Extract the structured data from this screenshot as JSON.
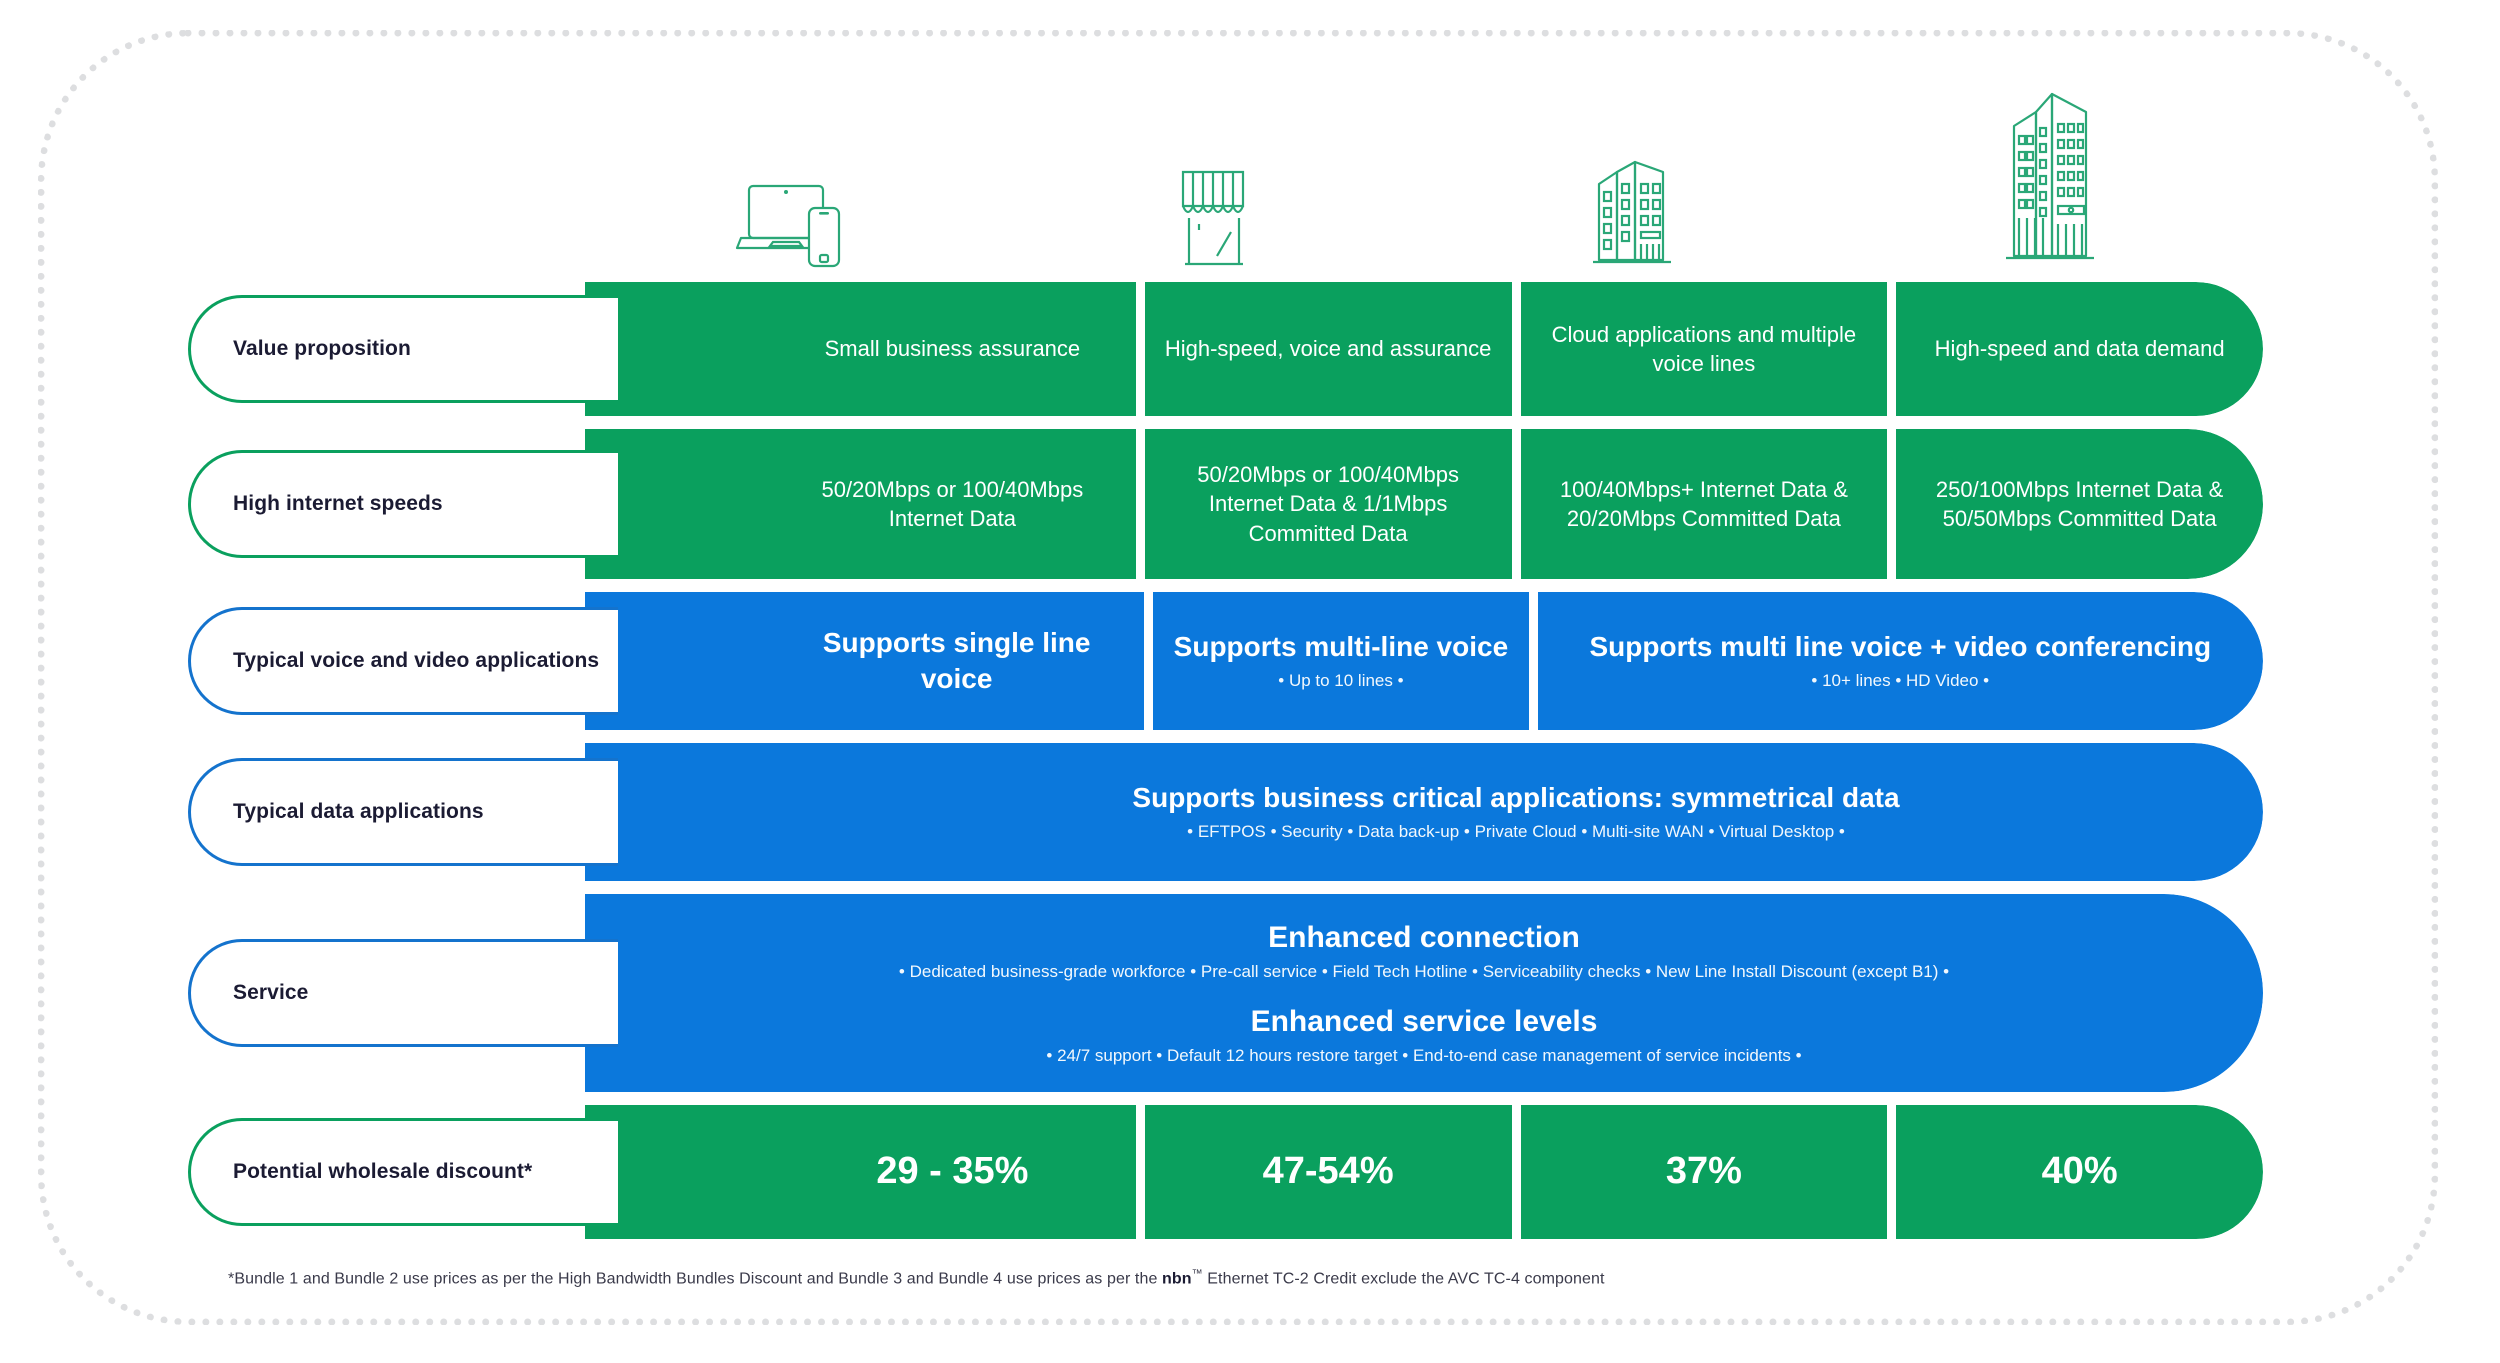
{
  "colors": {
    "green": "#0aa05e",
    "blue": "#0b78dc",
    "label_text": "#1b1b33",
    "dotted_frame": "#dddee0"
  },
  "columns": [
    {
      "icon": "laptop-phone-icon",
      "name": "bundle-1"
    },
    {
      "icon": "shopfront-icon",
      "name": "bundle-2"
    },
    {
      "icon": "office-building-icon",
      "name": "bundle-3"
    },
    {
      "icon": "tower-building-icon",
      "name": "bundle-4"
    }
  ],
  "rows": [
    {
      "label": "Value proposition",
      "accent": "green",
      "cells": [
        "Small business assurance",
        "High-speed, voice and assurance",
        "Cloud applications and multiple voice lines",
        "High-speed and data demand"
      ]
    },
    {
      "label": "High internet speeds",
      "accent": "green",
      "cells": [
        "50/20Mbps or 100/40Mbps Internet Data",
        "50/20Mbps or 100/40Mbps Internet Data & 1/1Mbps Committed Data",
        "100/40Mbps+ Internet Data & 20/20Mbps Committed Data",
        "250/100Mbps Internet Data & 50/50Mbps Committed Data"
      ]
    },
    {
      "label": "Typical voice and video applications",
      "accent": "blue",
      "cells": [
        {
          "title": "Supports single line voice",
          "sub": ""
        },
        {
          "title": "Supports multi-line voice",
          "sub": "• Up to 10 lines •"
        },
        {
          "title": "Supports multi line voice + video conferencing",
          "sub": "• 10+ lines • HD Video •"
        }
      ]
    },
    {
      "label": "Typical data applications",
      "accent": "blue",
      "cells": [
        {
          "title": "Supports business critical applications: symmetrical data",
          "sub": "• EFTPOS • Security  • Data back-up • Private Cloud • Multi-site WAN • Virtual Desktop •"
        }
      ]
    },
    {
      "label": "Service",
      "accent": "blue",
      "blocks": [
        {
          "title": "Enhanced connection",
          "sub": "• Dedicated business-grade workforce • Pre-call service • Field Tech Hotline • Serviceability checks • New Line Install Discount (except B1) •"
        },
        {
          "title": "Enhanced service levels",
          "sub": "• 24/7 support • Default 12 hours restore target • End-to-end case management of service incidents •"
        }
      ]
    },
    {
      "label": "Potential wholesale discount*",
      "accent": "green",
      "cells": [
        "29 - 35%",
        "47-54%",
        "37%",
        "40%"
      ]
    }
  ],
  "footnote": {
    "part1": "*Bundle 1 and Bundle 2 use prices as per the High Bandwidth Bundles Discount and Bundle 3 and Bundle 4 use prices as per the ",
    "brand": "nbn",
    "mark": "™",
    "part2": " Ethernet TC-2  Credit exclude the AVC TC-4 component"
  }
}
